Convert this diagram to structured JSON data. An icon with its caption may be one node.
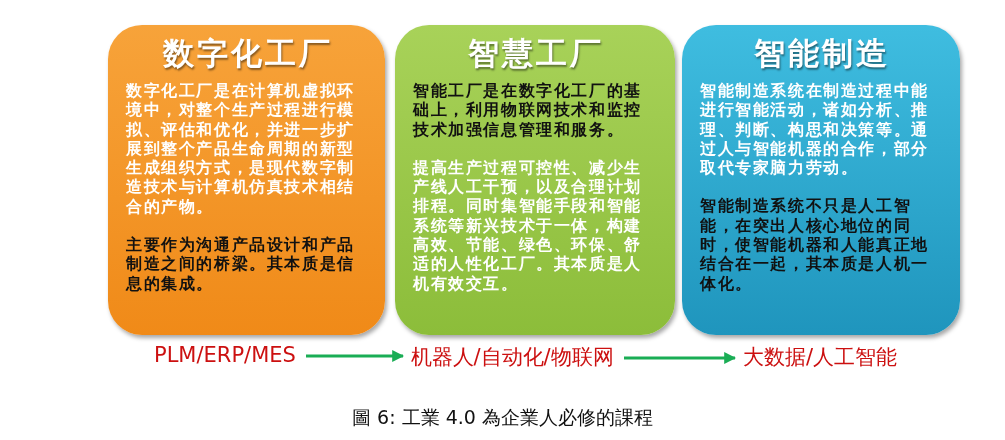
{
  "diagram": {
    "caption": "圖 6: 工業 4.0 為企業人必修的課程",
    "nodes": [
      {
        "text": [
          "数字化工厂",
          "数字化工厂是在计算机虚拟环境中，对整个生产过程进行模拟、评估和优化，并进一步扩展到整个产品生命周期的新型生成组织方式，是现代数字制造技术与计算机仿真技术相结合的产物。",
          "主要作为沟通产品设计和产品制造之间的桥梁。其本质是信息的集成。"
        ]
      },
      {
        "text": [
          "智慧工厂",
          "智能工厂是在数字化工厂的基础上，利用物联网技术和监控技术加强信息管理和服务。",
          "提高生产过程可控性、减少生产线人工干预，以及合理计划排程。同时集智能手段和智能系统等新兴技术于一体，构建高效、节能、绿色、环保、舒适的人性化工厂。其本质是人机有效交互。"
        ]
      },
      {
        "text": [
          "智能制造",
          "智能制造系统在制造过程中能进行智能活动，诸如分析、推理、判断、构思和决策等。通过人与智能机器的合作，部分取代专家脑力劳动。",
          "智能制造系统不只是人工智能，在突出人核心地位的同时，使智能机器和人能真正地结合在一起，其本质是人机一体化。"
        ]
      },
      {
        "text": [
          "PLM/ERP/MES"
        ]
      },
      {
        "text": [
          "机器人/自动化/物联网"
        ]
      },
      {
        "text": [
          "大数据/人工智能"
        ]
      }
    ],
    "edges": [
      {
        "from": 3,
        "to": 4,
        "arrow": "to"
      },
      {
        "from": 4,
        "to": 5,
        "arrow": "to"
      }
    ]
  }
}
